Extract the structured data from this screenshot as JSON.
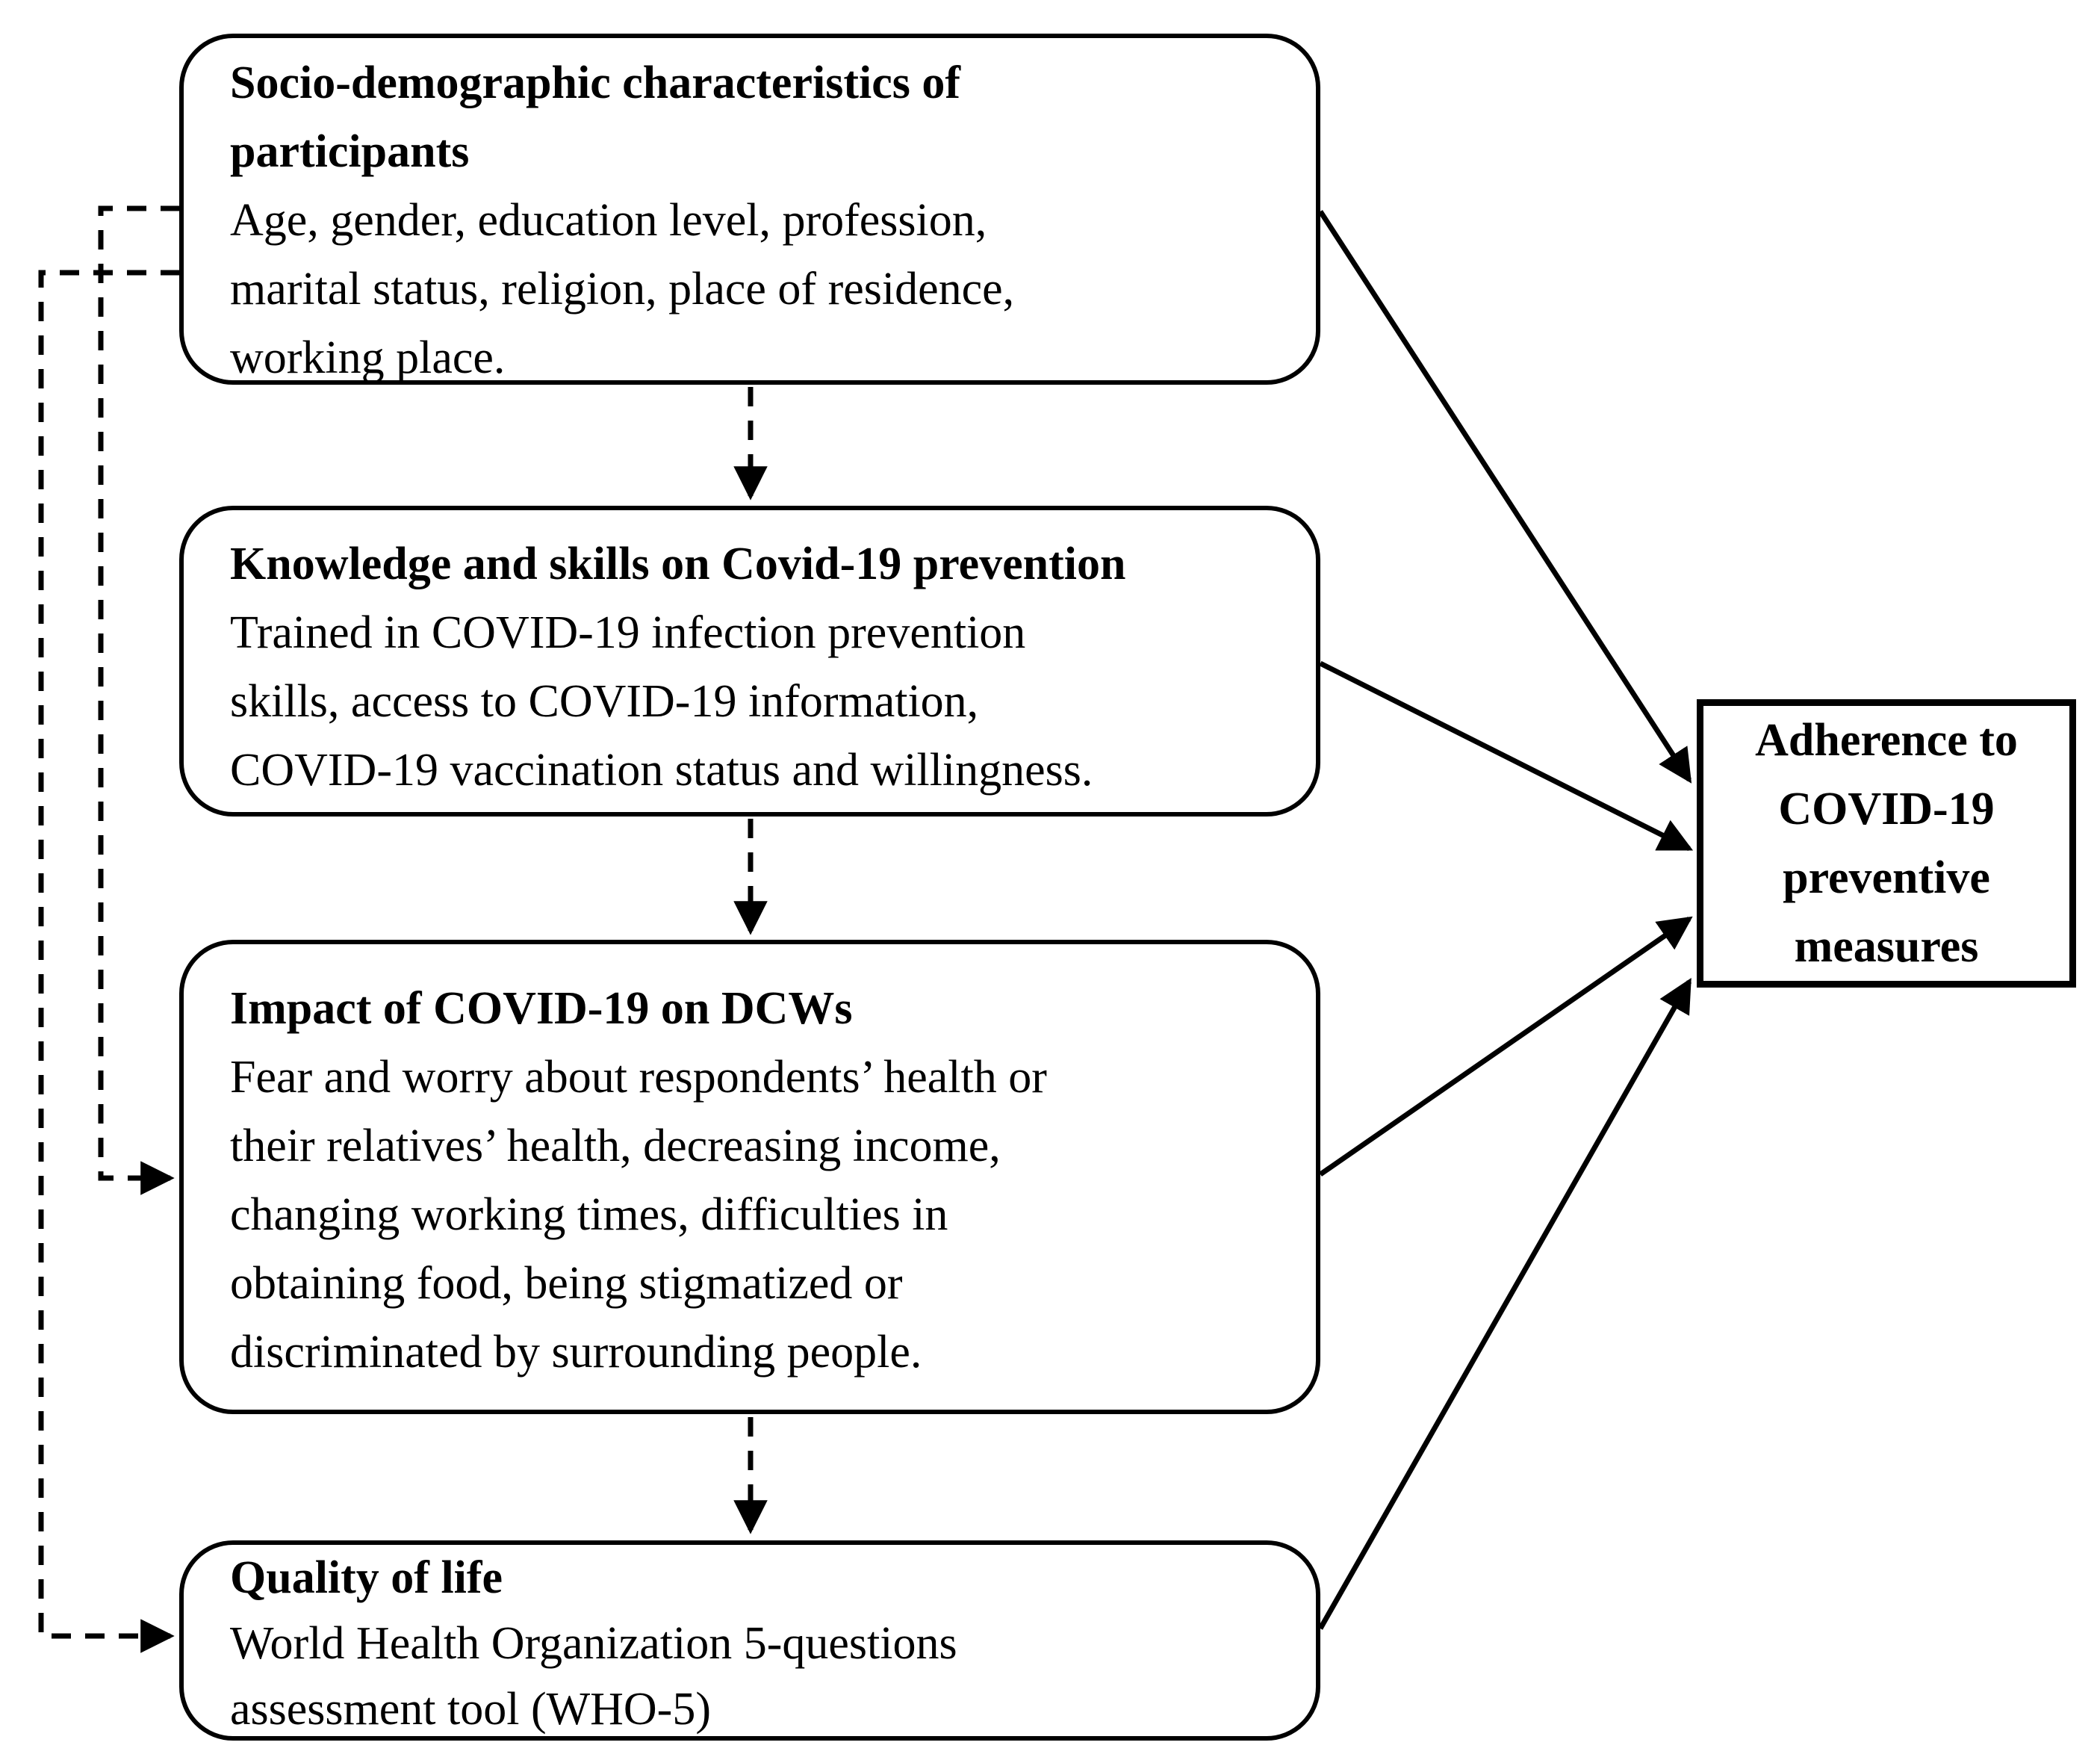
{
  "diagram": {
    "boxes": [
      {
        "id": "socio-demographic",
        "title": "Socio-demographic characteristics of\nparticipants",
        "body": "Age, gender, education level, profession,\nmarital status, religion, place of residence,\nworking place."
      },
      {
        "id": "knowledge-skills",
        "title": "Knowledge and skills on Covid-19 prevention",
        "body": "Trained in COVID-19 infection prevention\nskills, access to COVID-19 information,\nCOVID-19 vaccination status and willingness."
      },
      {
        "id": "impact-dcws",
        "title": "Impact of COVID-19 on DCWs",
        "body": "Fear and worry about respondents’ health or\ntheir relatives’ health, decreasing income,\nchanging working times, difficulties in\nobtaining food, being stigmatized or\ndiscriminated by surrounding people."
      },
      {
        "id": "quality-of-life",
        "title": "Quality of life",
        "body": "World Health Organization 5-questions\nassessment tool (WHO-5)"
      }
    ],
    "outcome": {
      "id": "adherence",
      "label": "Adherence to\nCOVID-19\npreventive\nmeasures"
    },
    "edges": [
      {
        "from": "socio-demographic",
        "to": "adherence",
        "style": "solid-arrow"
      },
      {
        "from": "knowledge-skills",
        "to": "adherence",
        "style": "solid-arrow"
      },
      {
        "from": "impact-dcws",
        "to": "adherence",
        "style": "solid-arrow"
      },
      {
        "from": "quality-of-life",
        "to": "adherence",
        "style": "solid-arrow"
      },
      {
        "from": "socio-demographic",
        "to": "knowledge-skills",
        "style": "dashed-arrow"
      },
      {
        "from": "knowledge-skills",
        "to": "impact-dcws",
        "style": "dashed-arrow"
      },
      {
        "from": "impact-dcws",
        "to": "quality-of-life",
        "style": "dashed-arrow"
      },
      {
        "from": "socio-demographic",
        "to": "impact-dcws",
        "style": "dashed-arrow"
      },
      {
        "from": "socio-demographic",
        "to": "quality-of-life",
        "style": "dashed-arrow"
      }
    ],
    "colors": {
      "line": "#000000",
      "background": "#ffffff",
      "box_fill": "#ffffff"
    }
  }
}
